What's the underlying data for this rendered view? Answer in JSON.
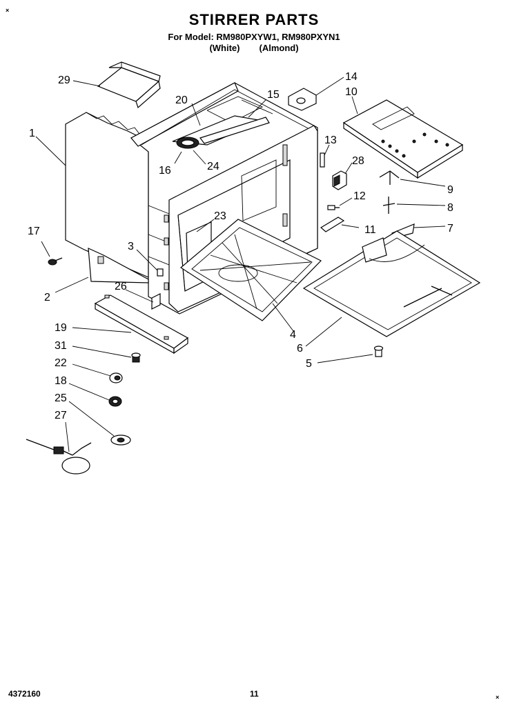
{
  "header": {
    "title": "STIRRER PARTS",
    "models_line": "For Model: RM980PXYW1, RM980PXYN1",
    "color_white": "(White)",
    "color_almond": "(Almond)"
  },
  "corner_marks": {
    "top_left": "×",
    "bottom_right": "×"
  },
  "footer": {
    "doc_number": "4372160",
    "page_number": "11"
  },
  "callouts": {
    "c1": "1",
    "c2": "2",
    "c3": "3",
    "c4": "4",
    "c5": "5",
    "c6": "6",
    "c7": "7",
    "c8": "8",
    "c9": "9",
    "c10": "10",
    "c11": "11",
    "c12": "12",
    "c13": "13",
    "c14": "14",
    "c15": "15",
    "c16": "16",
    "c17": "17",
    "c18": "18",
    "c19": "19",
    "c20": "20",
    "c22": "22",
    "c23": "23",
    "c24": "24",
    "c25": "25",
    "c26": "26",
    "c27": "27",
    "c28": "28",
    "c29": "29",
    "c31": "31"
  }
}
